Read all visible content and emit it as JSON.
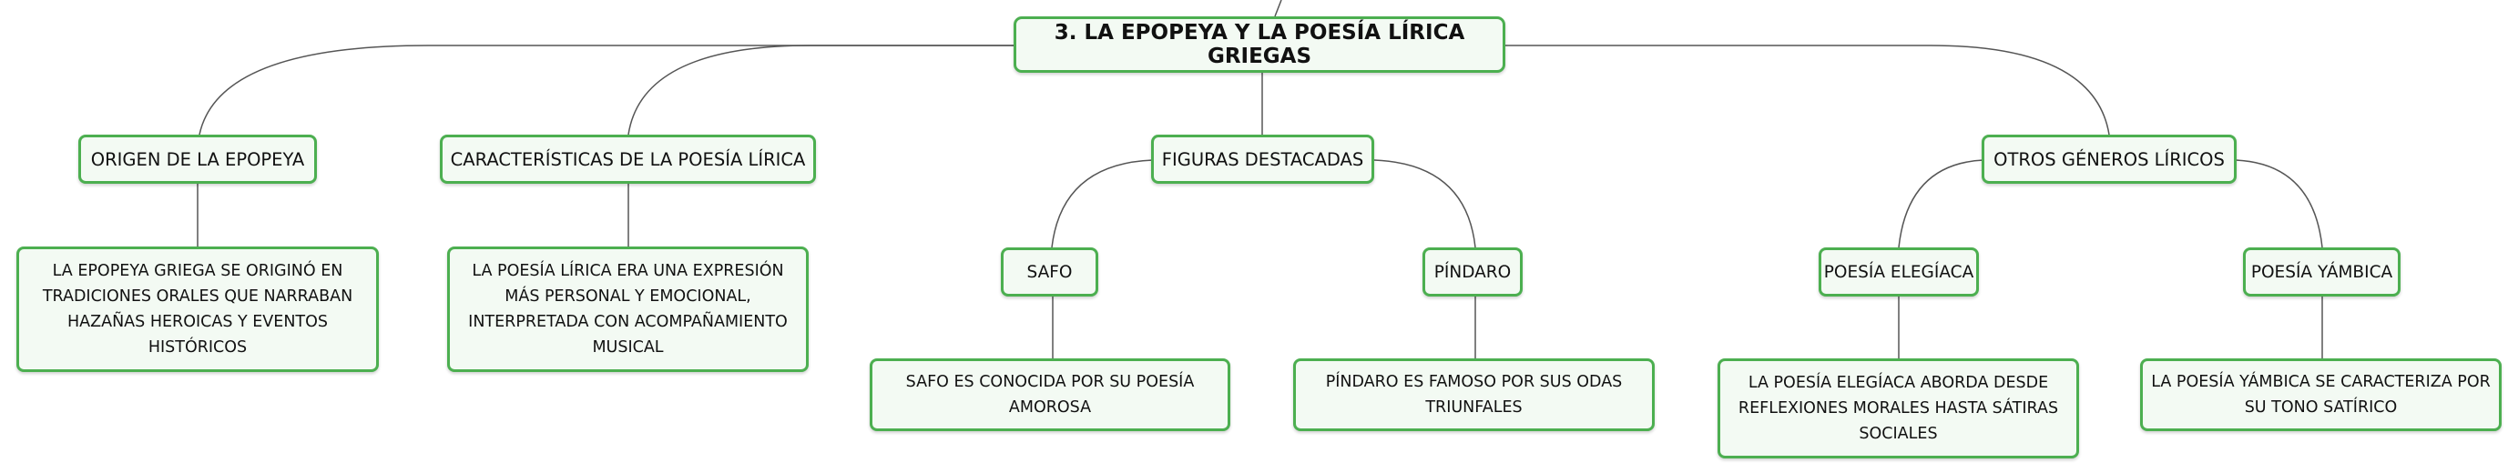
{
  "root": {
    "title": "3. LA EPOPEYA Y LA POESÍA LÍRICA GRIEGAS"
  },
  "topics": {
    "origen": {
      "label": "ORIGEN DE LA EPOPEYA",
      "desc": "LA EPOPEYA GRIEGA SE ORIGINÓ EN TRADICIONES ORALES QUE NARRABAN HAZAÑAS HEROICAS Y EVENTOS HISTÓRICOS"
    },
    "caracteristicas": {
      "label": "CARACTERÍSTICAS DE LA POESÍA LÍRICA",
      "desc": "LA POESÍA LÍRICA ERA UNA EXPRESIÓN MÁS PERSONAL Y EMOCIONAL, INTERPRETADA CON ACOMPAÑAMIENTO MUSICAL"
    },
    "figuras": {
      "label": "FIGURAS DESTACADAS",
      "safo": {
        "label": "SAFO",
        "desc": "SAFO ES CONOCIDA POR SU POESÍA AMOROSA"
      },
      "pindaro": {
        "label": "PÍNDARO",
        "desc": "PÍNDARO ES FAMOSO POR SUS ODAS TRIUNFALES"
      }
    },
    "otros": {
      "label": "OTROS GÉNEROS LÍRICOS",
      "elegiaca": {
        "label": "POESÍA ELEGÍACA",
        "desc": "LA POESÍA ELEGÍACA ABORDA DESDE REFLEXIONES MORALES HASTA SÁTIRAS SOCIALES"
      },
      "yambica": {
        "label": "POESÍA YÁMBICA",
        "desc": "LA POESÍA YÁMBICA SE CARACTERIZA POR SU TONO SATÍRICO"
      }
    }
  },
  "colors": {
    "border": "#4caf50",
    "fill": "#f3faf3",
    "line": "#555555"
  }
}
